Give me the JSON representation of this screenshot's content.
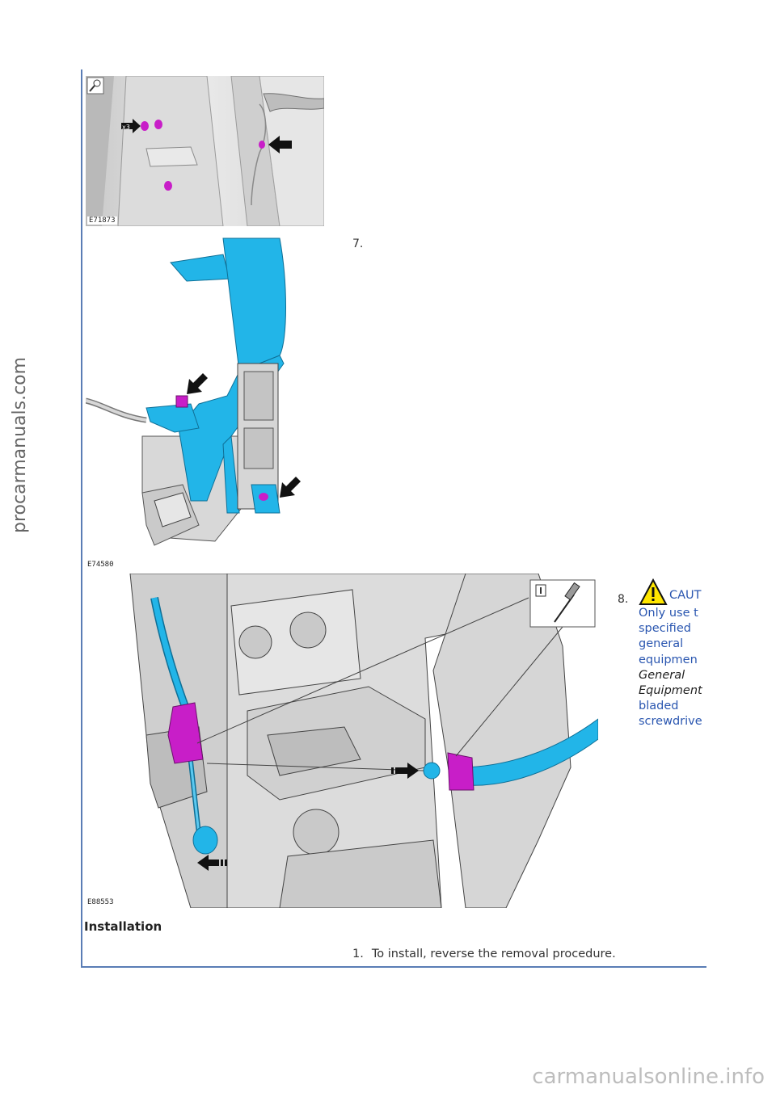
{
  "watermark_side": "procarmanuals.com",
  "watermark_bottom": "carmanualsonline.info",
  "figures": [
    {
      "code": "E71873",
      "callout": "x3"
    },
    {
      "code": "E74580"
    },
    {
      "code": "E88553"
    }
  ],
  "steps": [
    {
      "number": "7."
    },
    {
      "number": "8.",
      "caution_heading": "CAUT",
      "caution_lines": [
        "Only use t",
        "specified",
        "general",
        "equipmen"
      ],
      "caution_italic_lines": [
        "General",
        "Equipment"
      ],
      "caution_tail_lines": [
        "bladed",
        "screwdrive"
      ]
    }
  ],
  "installation": {
    "title": "Installation",
    "steps": [
      {
        "number": "1.",
        "text": "To install, reverse the removal procedure."
      }
    ]
  },
  "colors": {
    "frame": "#5a7db5",
    "highlight_magenta": "#c81ec8",
    "part_cyan": "#22b5e8",
    "caution_text": "#2a56b0"
  }
}
